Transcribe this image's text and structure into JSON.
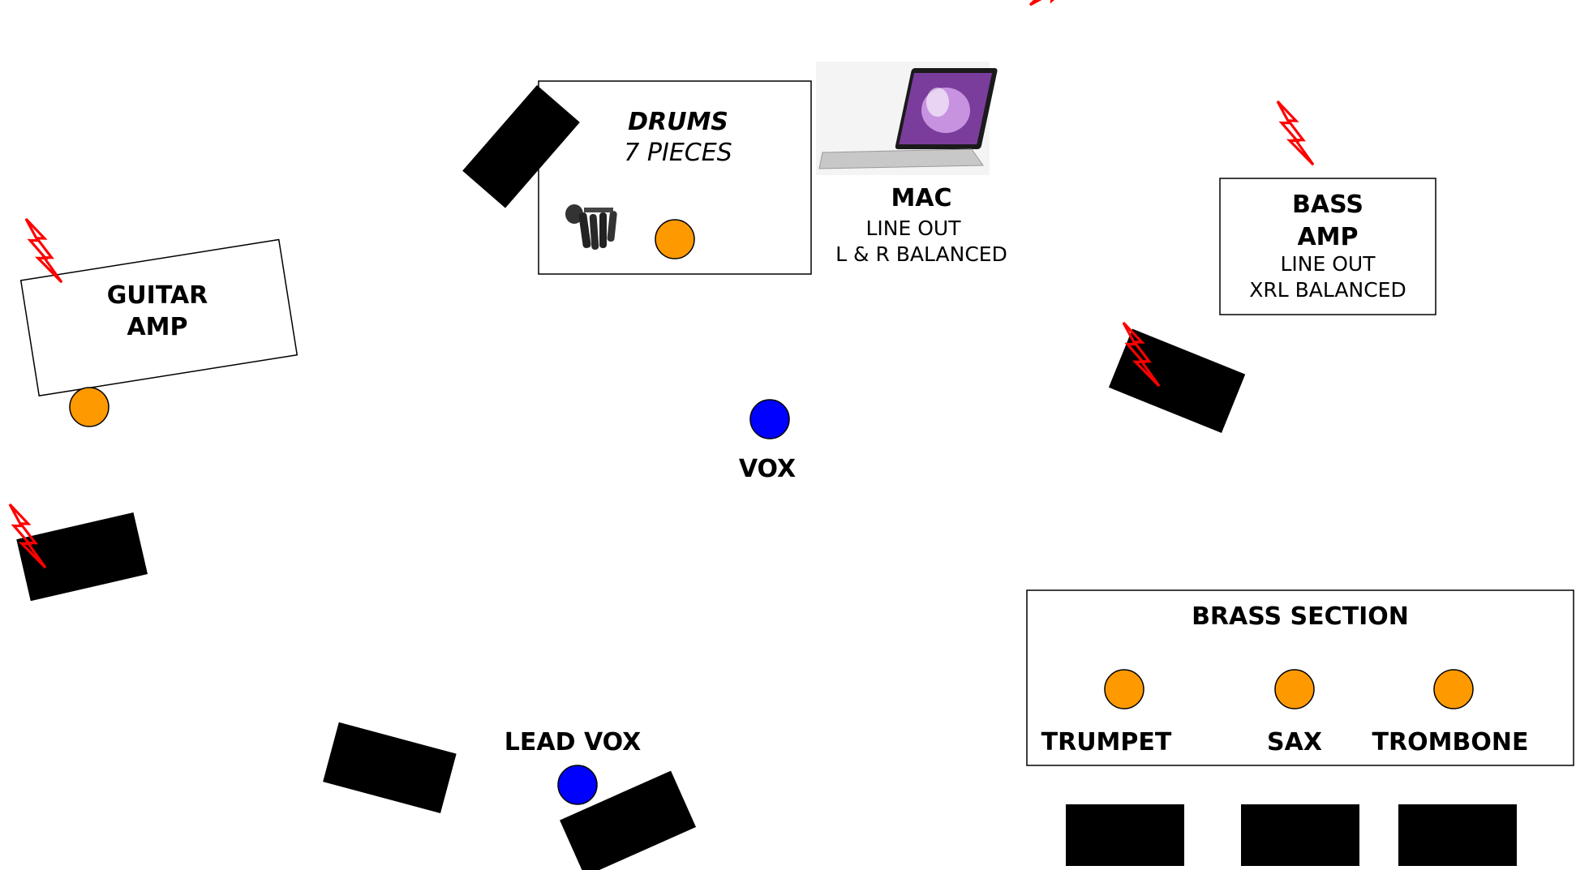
{
  "diagram": {
    "drums": {
      "title": "DRUMS",
      "subtitle": "7 PIECES"
    },
    "mac": {
      "title": "MAC",
      "line1": "LINE OUT",
      "line2": "L & R BALANCED"
    },
    "bass_amp": {
      "title_line1": "BASS",
      "title_line2": "AMP",
      "line1": "LINE OUT",
      "line2": "XRL BALANCED"
    },
    "guitar_amp": {
      "title_line1": "GUITAR",
      "title_line2": "AMP"
    },
    "vox": {
      "label": "VOX"
    },
    "lead_vox": {
      "label": "LEAD VOX"
    },
    "brass_section": {
      "title": "BRASS SECTION",
      "instruments": [
        "TRUMPET",
        "SAX",
        "TROMBONE"
      ]
    },
    "colors": {
      "instrument_mic": "#ff9900",
      "vocal_mic": "#0000ff",
      "power": "#ff0000",
      "monitor": "#000000"
    },
    "icons": {
      "power": "power-outlet-bolt-icon",
      "instrument_mic": "instrument-mic-icon",
      "vocal_mic": "vocal-mic-icon",
      "monitor": "floor-monitor-wedge",
      "laptop": "laptop-icon",
      "mic_kit": "drum-mic-kit-icon"
    }
  }
}
